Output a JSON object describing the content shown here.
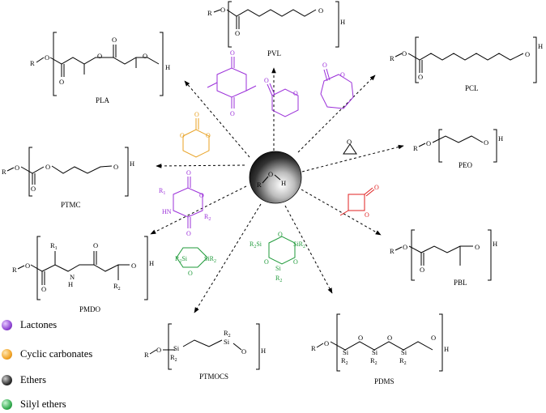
{
  "polymers": {
    "pla": "PLA",
    "pvl": "PVL",
    "pcl": "PCL",
    "peo": "PEO",
    "ptmc": "PTMC",
    "pmdo": "PMDO",
    "pbl": "PBL",
    "ptmocs": "PTMOCS",
    "pdms": "PDMS"
  },
  "atoms": {
    "r": "R",
    "o": "O",
    "h": "H",
    "n": "N",
    "hn": "HN",
    "si": "Si",
    "r1": "R",
    "r2": "R",
    "one": "1",
    "two": "2"
  },
  "legend": [
    {
      "label": "Lactones",
      "color": "#8a3fd0"
    },
    {
      "label": "Cyclic carbonates",
      "color": "#f0a020"
    },
    {
      "label": "Ethers",
      "color": "#222222"
    },
    {
      "label": "Silyl ethers",
      "color": "#2ea84a"
    }
  ],
  "colors": {
    "lactone": "#9b30d9",
    "carbonate": "#e8a020",
    "silyl": "#1f9a3a",
    "lactone_red": "#e02020"
  }
}
